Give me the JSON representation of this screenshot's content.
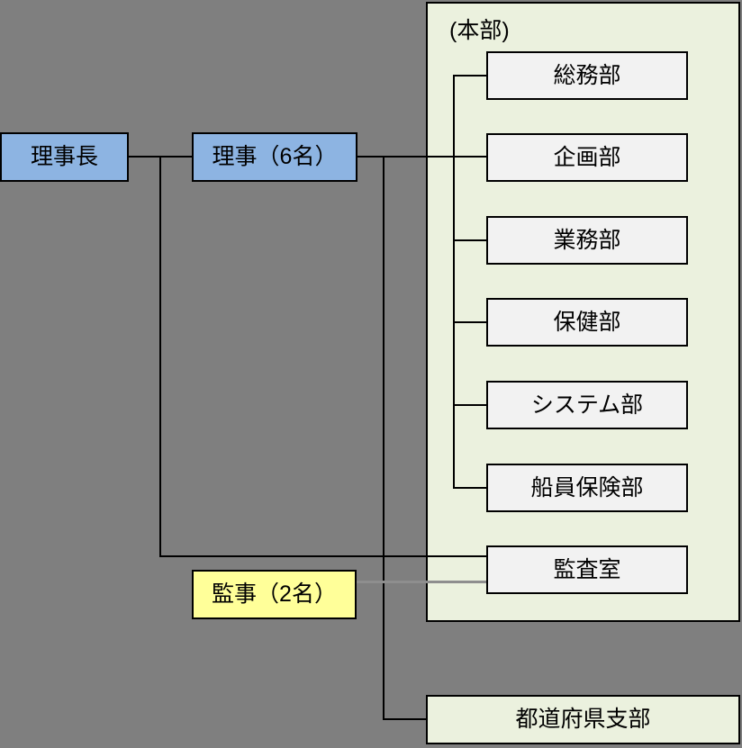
{
  "colors": {
    "background": "#7F7F7F",
    "officer_blue": "#8DB4E2",
    "auditor_yellow": "#FFFF99",
    "panel_green": "#EBF1DE",
    "dept_fill": "#F2F2F2",
    "line_black": "#000000",
    "line_gray": "#8E8E8E"
  },
  "org": {
    "president": "理事長",
    "directors": "理事（6名）",
    "auditors": "監事（2名）",
    "headquarters_label": "(本部)",
    "departments": [
      "総務部",
      "企画部",
      "業務部",
      "保健部",
      "システム部",
      "船員保険部",
      "監査室"
    ],
    "branch": "都道府県支部"
  }
}
